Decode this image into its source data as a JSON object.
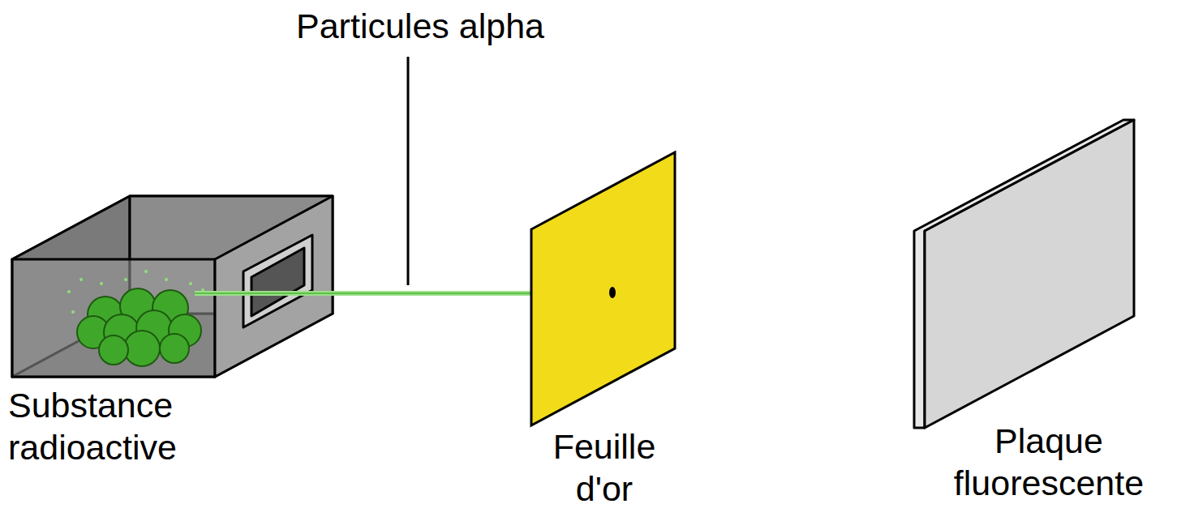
{
  "diagram": {
    "labels": [
      "Particules alpha",
      "Substance radioactive",
      "Feuille d'or",
      "Plaque fluorescente"
    ]
  }
}
